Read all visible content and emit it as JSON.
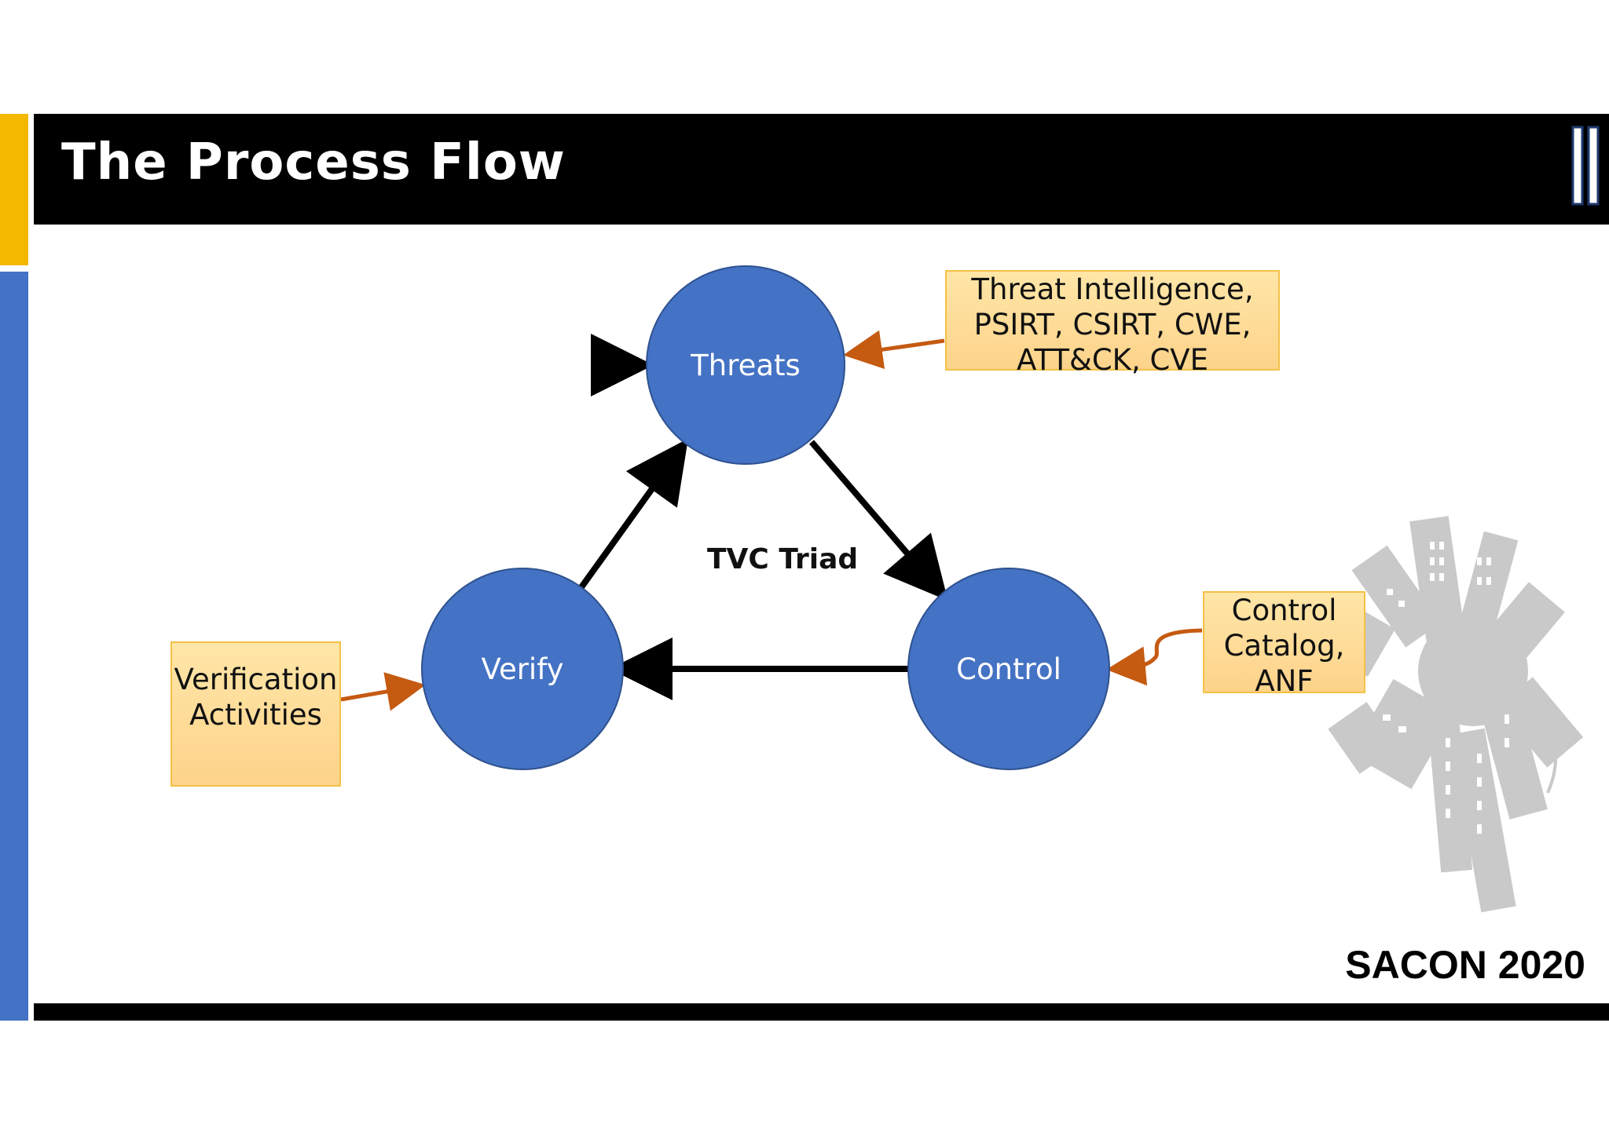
{
  "slide": {
    "title": "The Process Flow",
    "footer_brand": "SACON 2020"
  },
  "diagram": {
    "center_label": "TVC Triad",
    "nodes": {
      "threats": "Threats",
      "control": "Control",
      "verify": "Verify"
    },
    "notes": {
      "threat_sources": [
        "Threat Intelligence,",
        "PSIRT, CSIRT, CWE,",
        "ATT&CK, CVE"
      ],
      "control_sources": [
        "Control",
        "Catalog,",
        "ANF"
      ],
      "verify_sources": [
        "Verification",
        "Activities"
      ]
    }
  },
  "colors": {
    "node_fill": "#4472c4",
    "note_fill": "#fdd38a",
    "feeder_arrow": "#c55a11",
    "title_bar": "#000000",
    "accent_yellow": "#f5b800",
    "accent_blue": "#4472c4"
  },
  "icons": [
    "city-globe-icon",
    "double-bar-logo-icon"
  ]
}
